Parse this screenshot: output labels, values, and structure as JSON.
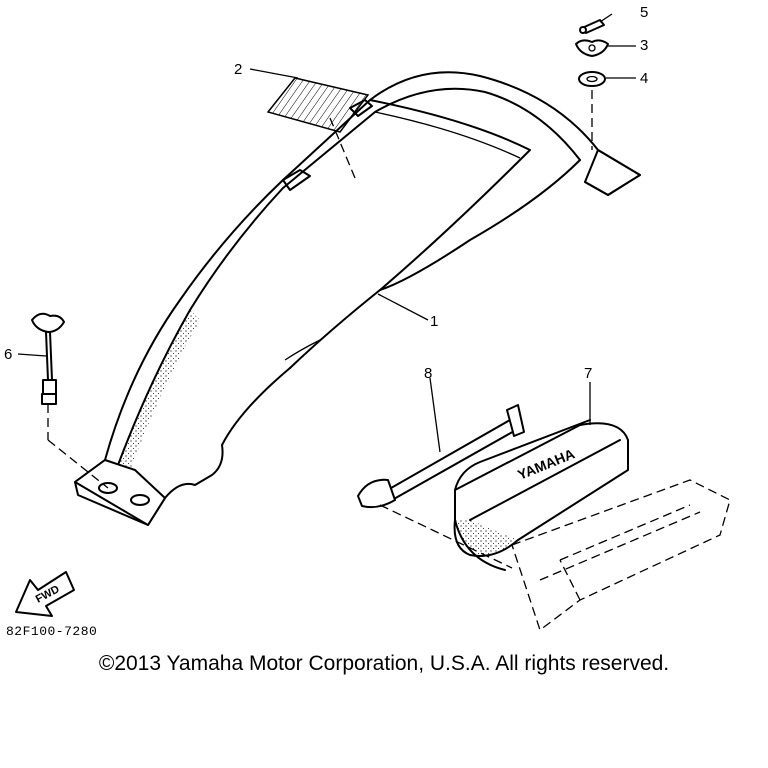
{
  "callouts": {
    "c1": "1",
    "c2": "2",
    "c3": "3",
    "c4": "4",
    "c5": "5",
    "c6": "6",
    "c7": "7",
    "c8": "8"
  },
  "fwd_label": "FWD",
  "box_brand": "YAMAHA",
  "reference_code": "82F100-7280",
  "copyright": "©2013 Yamaha Motor Corporation, U.S.A. All rights reserved."
}
